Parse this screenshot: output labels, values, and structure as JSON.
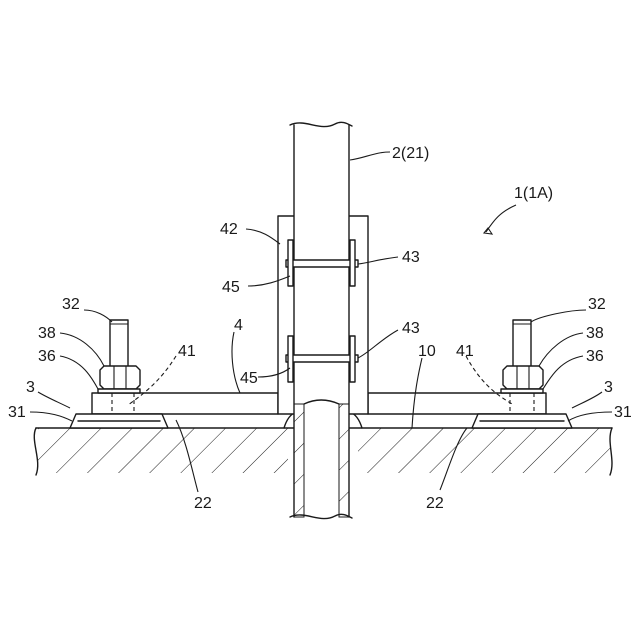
{
  "figure": {
    "labels": {
      "device": "1(1A)",
      "column": "2(21)",
      "bolt_left": "32",
      "bolt_right": "32",
      "nut_left": "38",
      "nut_right": "38",
      "washer_left": "36",
      "washer_right": "36",
      "pad_left": "3",
      "pad_right": "3",
      "pad_base_left": "31",
      "pad_base_right": "31",
      "hole_left": "41",
      "hole_right": "41",
      "base_plate": "4",
      "floor": "10",
      "anchor_left": "22",
      "anchor_right": "22",
      "sleeve": "42",
      "band_upper": "43",
      "band_lower": "43",
      "bolt_upper": "45",
      "bolt_lower": "45"
    }
  }
}
